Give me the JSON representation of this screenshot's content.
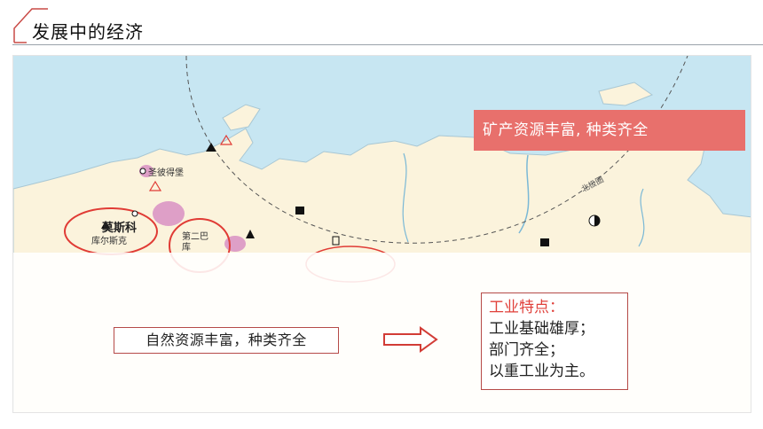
{
  "header": {
    "title": "发展中的经济"
  },
  "map": {
    "labels": {
      "moscow": "莫斯科",
      "kursk": "库尔斯克",
      "spb": "圣彼得堡",
      "baku": "第二巴库",
      "arctic_circle": "北极圈"
    },
    "icons": [
      "triangle-oil-icon",
      "square-coal-icon",
      "half-circle-ore-icon",
      "warning-triangle-icon"
    ]
  },
  "banner": {
    "text": "矿产资源丰富, 种类齐全"
  },
  "resources_box": {
    "text": "自然资源丰富，种类齐全"
  },
  "industry": {
    "title": "工业特点：",
    "lines": [
      "工业基础雄厚；",
      "部门齐全；",
      "以重工业为主。"
    ]
  },
  "colors": {
    "accent_red": "#e8706c",
    "box_border": "#b54a48",
    "sea": "#c7e6f2",
    "land": "#fbf3dc"
  }
}
